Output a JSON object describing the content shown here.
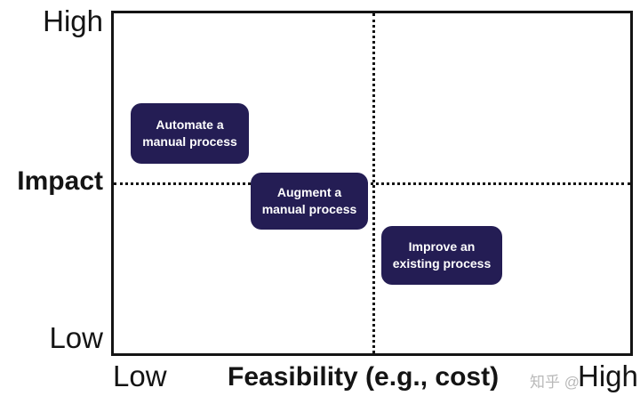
{
  "colors": {
    "node_bg": "#241d54",
    "node_text": "#ffffff",
    "axis_line": "#141414",
    "watermark_text": "#b9b9b9"
  },
  "y_axis": {
    "label": "Impact",
    "top_tick": "High",
    "bottom_tick": "Low"
  },
  "x_axis": {
    "label": "Feasibility (e.g., cost)",
    "left_tick": "Low",
    "right_tick": "High"
  },
  "nodes": [
    {
      "line1": "Automate a",
      "line2": "manual process"
    },
    {
      "line1": "Augment a",
      "line2": "manual process"
    },
    {
      "line1": "Improve an",
      "line2": "existing process"
    }
  ],
  "watermark": {
    "text": "知乎 @"
  },
  "chart_data": {
    "type": "scatter",
    "title": "",
    "xlabel": "Feasibility (e.g., cost)",
    "ylabel": "Impact",
    "x_tick_labels": [
      "Low",
      "High"
    ],
    "y_tick_labels": [
      "Low",
      "High"
    ],
    "xlim": [
      0,
      1
    ],
    "ylim": [
      0,
      1
    ],
    "grid": false,
    "legend": "none",
    "reference_lines": {
      "vertical_x": 0.5,
      "horizontal_y": 0.5,
      "style": "dotted"
    },
    "points": [
      {
        "label": "Automate a manual process",
        "x": 0.15,
        "y": 0.64
      },
      {
        "label": "Augment a manual process",
        "x": 0.38,
        "y": 0.45
      },
      {
        "label": "Improve an existing process",
        "x": 0.63,
        "y": 0.29
      }
    ]
  }
}
